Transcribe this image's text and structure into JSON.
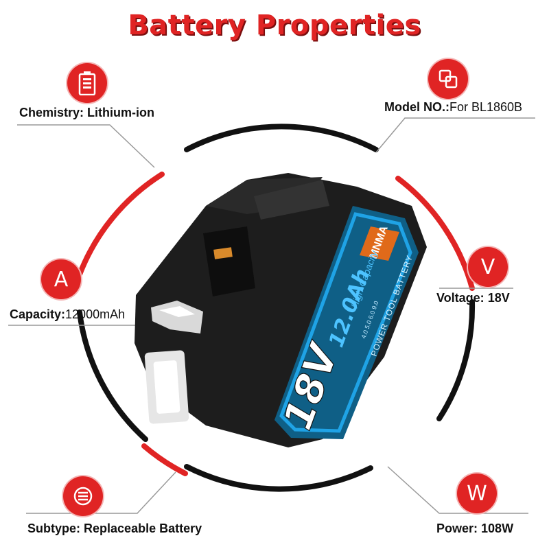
{
  "title": "Battery Properties",
  "colors": {
    "accent": "#e02424",
    "ring": "#111111",
    "screen": "#1fa3e6",
    "body": "#1d1d1d"
  },
  "properties": {
    "chemistry": {
      "key": "Chemistry:",
      "value": "Lithium-ion",
      "icon": "battery-icon"
    },
    "model": {
      "key": "Model NO.:",
      "value": "For BL1860B",
      "icon": "copy-squares-icon"
    },
    "capacity": {
      "key": "Capacity:",
      "value": "12000mAh",
      "icon": "letter-a-icon",
      "icon_text": "A"
    },
    "voltage": {
      "key": "Voltage:",
      "value": "18V",
      "icon": "letter-v-icon",
      "icon_text": "V"
    },
    "subtype": {
      "key": "Subtype:",
      "value": "Replaceable Battery",
      "icon": "menu-lines-icon"
    },
    "power": {
      "key": "Power:",
      "value": "108W",
      "icon": "letter-w-icon",
      "icon_text": "W"
    }
  },
  "product": {
    "brand": "MNMA",
    "voltage_mark": "18V",
    "capacity_mark": "12.0Ah",
    "tagline": "High-Capacity",
    "subtitle": "POWER TOOL BATTERY",
    "capacity_row": "4.0 5.0 6.0 9.0"
  }
}
